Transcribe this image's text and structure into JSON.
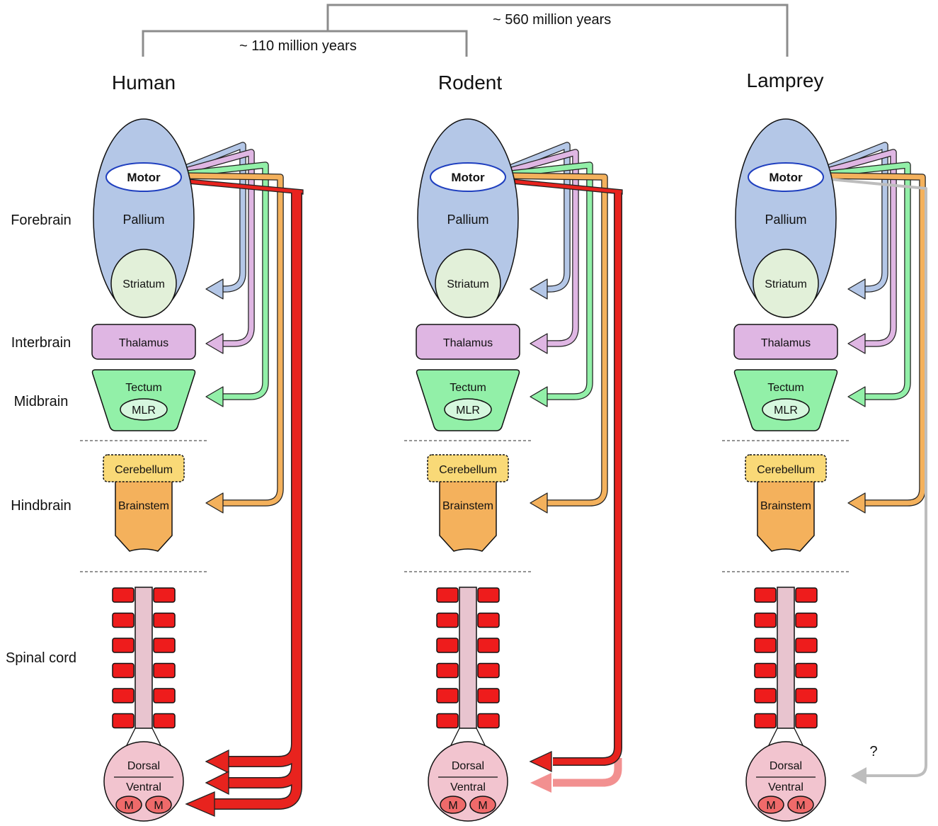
{
  "phylogeny": {
    "outer_label": "~ 560 million years",
    "inner_label": "~ 110 million years"
  },
  "columns": [
    {
      "name": "Human"
    },
    {
      "name": "Rodent"
    },
    {
      "name": "Lamprey"
    }
  ],
  "rows": {
    "forebrain": "Forebrain",
    "interbrain": "Interbrain",
    "midbrain": "Midbrain",
    "hindbrain": "Hindbrain",
    "spinal_cord": "Spinal cord"
  },
  "regions": {
    "motor": "Motor",
    "pallium": "Pallium",
    "striatum": "Striatum",
    "thalamus": "Thalamus",
    "tectum": "Tectum",
    "mlr": "MLR",
    "cerebellum": "Cerebellum",
    "brainstem": "Brainstem",
    "dorsal": "Dorsal",
    "ventral": "Ventral",
    "motoneuron": "M"
  },
  "question_mark": "?",
  "colors": {
    "pallium": "#b4c7e7",
    "striatum": "#e2f0d9",
    "thalamus": "#dfb6e3",
    "tectum": "#92f0a8",
    "cerebellum": "#f9d977",
    "brainstem": "#f4b15c",
    "spinal_segment": "#ee1c1c",
    "spinal_column": "#e8c4cf",
    "cord_section": "#f2c4cf",
    "motoneuron": "#ef6a6a",
    "tract_striatum": "#b4c7e7",
    "tract_thalamus": "#dfb6e3",
    "tract_tectum": "#92f0a8",
    "tract_brainstem": "#f4b15c",
    "tract_spinal": "#e8231e",
    "tract_spinal_faded": "#f29090",
    "tract_lamprey_spinal": "#bdbdbd",
    "tree_line": "#8c8c8c"
  }
}
